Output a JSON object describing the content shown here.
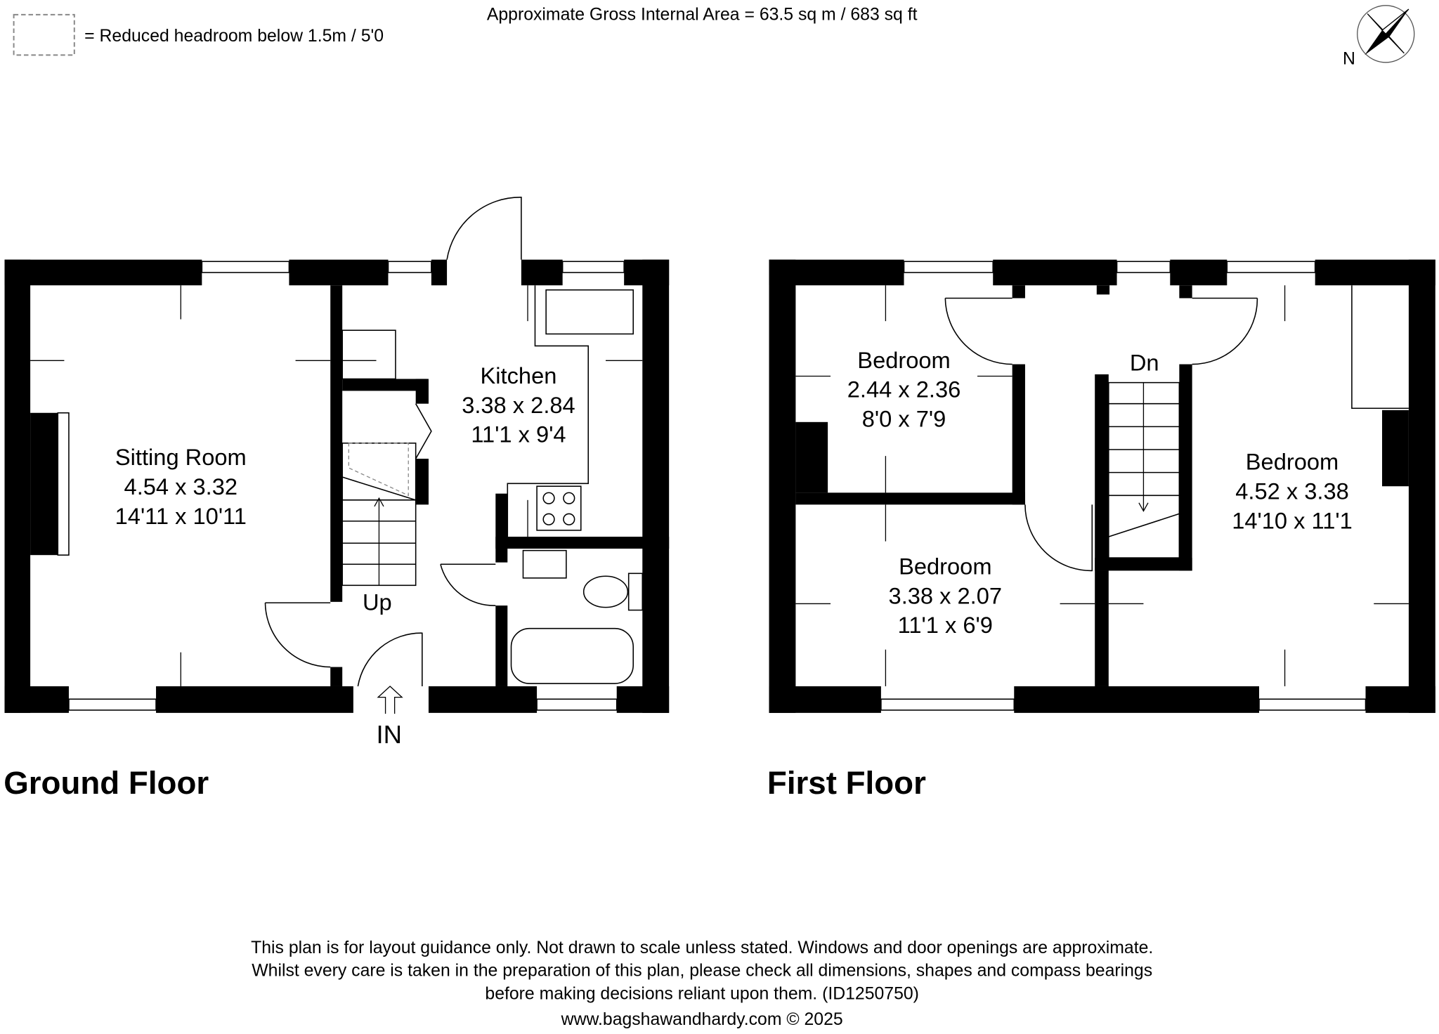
{
  "header": {
    "legend_text": "= Reduced headroom below 1.5m / 5'0",
    "area": "Approximate Gross Internal Area = 63.5 sq m / 683 sq ft",
    "compass_label": "N"
  },
  "ground_floor": {
    "title": "Ground Floor",
    "rooms": [
      {
        "name": "Sitting Room",
        "metric": "4.54 x 3.32",
        "imperial": "14'11 x 10'11"
      },
      {
        "name": "Kitchen",
        "metric": "3.38 x 2.84",
        "imperial": "11'1 x 9'4"
      }
    ],
    "stairs_label": "Up",
    "entrance_label": "IN"
  },
  "first_floor": {
    "title": "First Floor",
    "rooms": [
      {
        "name": "Bedroom",
        "metric": "2.44 x 2.36",
        "imperial": "8'0 x 7'9"
      },
      {
        "name": "Bedroom",
        "metric": "3.38 x 2.07",
        "imperial": "11'1 x 6'9"
      },
      {
        "name": "Bedroom",
        "metric": "4.52 x 3.38",
        "imperial": "14'10 x 11'1"
      }
    ],
    "stairs_label": "Dn"
  },
  "footer": {
    "line1": "This plan is for layout guidance only. Not drawn to scale unless stated. Windows and door openings are approximate.",
    "line2": "Whilst every care is taken in the preparation of this plan, please check all dimensions, shapes and compass bearings",
    "line3": "before making decisions reliant upon them. (ID1250750)",
    "website": "www.bagshawandhardy.com © 2025"
  }
}
